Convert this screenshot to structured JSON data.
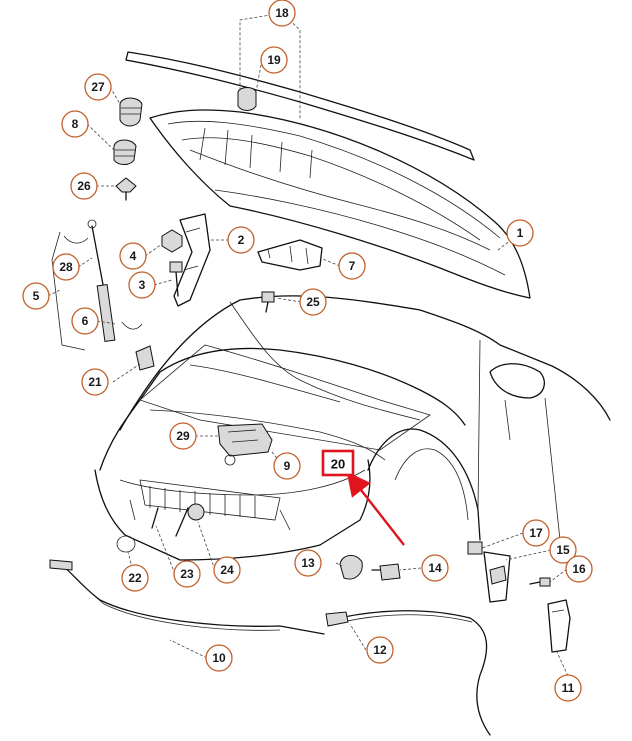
{
  "diagram": {
    "callouts": [
      {
        "id": "c1",
        "label": "1"
      },
      {
        "id": "c2",
        "label": "2"
      },
      {
        "id": "c3",
        "label": "3"
      },
      {
        "id": "c4",
        "label": "4"
      },
      {
        "id": "c5",
        "label": "5"
      },
      {
        "id": "c6",
        "label": "6"
      },
      {
        "id": "c7",
        "label": "7"
      },
      {
        "id": "c8",
        "label": "8"
      },
      {
        "id": "c9",
        "label": "9"
      },
      {
        "id": "c10",
        "label": "10"
      },
      {
        "id": "c11",
        "label": "11"
      },
      {
        "id": "c12",
        "label": "12"
      },
      {
        "id": "c13",
        "label": "13"
      },
      {
        "id": "c14",
        "label": "14"
      },
      {
        "id": "c15",
        "label": "15"
      },
      {
        "id": "c16",
        "label": "16"
      },
      {
        "id": "c17",
        "label": "17"
      },
      {
        "id": "c18",
        "label": "18"
      },
      {
        "id": "c19",
        "label": "19"
      },
      {
        "id": "c20",
        "label": "20"
      },
      {
        "id": "c21",
        "label": "21"
      },
      {
        "id": "c22",
        "label": "22"
      },
      {
        "id": "c23",
        "label": "23"
      },
      {
        "id": "c24",
        "label": "24"
      },
      {
        "id": "c25",
        "label": "25"
      },
      {
        "id": "c26",
        "label": "26"
      },
      {
        "id": "c27",
        "label": "27"
      },
      {
        "id": "c28",
        "label": "28"
      },
      {
        "id": "c29",
        "label": "29"
      }
    ],
    "highlight": {
      "label": "20",
      "color": "#e0141e"
    },
    "colors": {
      "callout_ring": "#c0602a",
      "line": "#111111"
    }
  }
}
